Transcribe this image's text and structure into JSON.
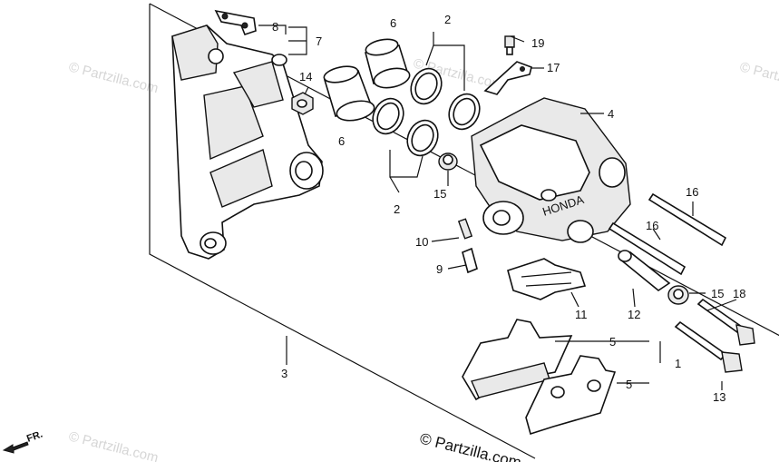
{
  "diagram": {
    "callouts": [
      {
        "id": "c1",
        "text": "1"
      },
      {
        "id": "c2a",
        "text": "2"
      },
      {
        "id": "c2b",
        "text": "2"
      },
      {
        "id": "c3",
        "text": "3"
      },
      {
        "id": "c4",
        "text": "4"
      },
      {
        "id": "c5a",
        "text": "5"
      },
      {
        "id": "c5b",
        "text": "5"
      },
      {
        "id": "c6a",
        "text": "6"
      },
      {
        "id": "c6b",
        "text": "6"
      },
      {
        "id": "c7",
        "text": "7"
      },
      {
        "id": "c8",
        "text": "8"
      },
      {
        "id": "c9",
        "text": "9"
      },
      {
        "id": "c10",
        "text": "10"
      },
      {
        "id": "c11",
        "text": "11"
      },
      {
        "id": "c12",
        "text": "12"
      },
      {
        "id": "c13",
        "text": "13"
      },
      {
        "id": "c14",
        "text": "14"
      },
      {
        "id": "c15a",
        "text": "15"
      },
      {
        "id": "c15b",
        "text": "15"
      },
      {
        "id": "c16a",
        "text": "16"
      },
      {
        "id": "c16b",
        "text": "16"
      },
      {
        "id": "c17",
        "text": "17"
      },
      {
        "id": "c18",
        "text": "18"
      },
      {
        "id": "c19",
        "text": "19"
      }
    ],
    "front_indicator": "FR.",
    "watermark": "© Partzilla.com",
    "watermark_main": "© Partzilla.com",
    "caliper_marking": "HONDA"
  },
  "colors": {
    "line": "#111111",
    "background": "#ffffff",
    "watermark": "#d6d6d6"
  }
}
